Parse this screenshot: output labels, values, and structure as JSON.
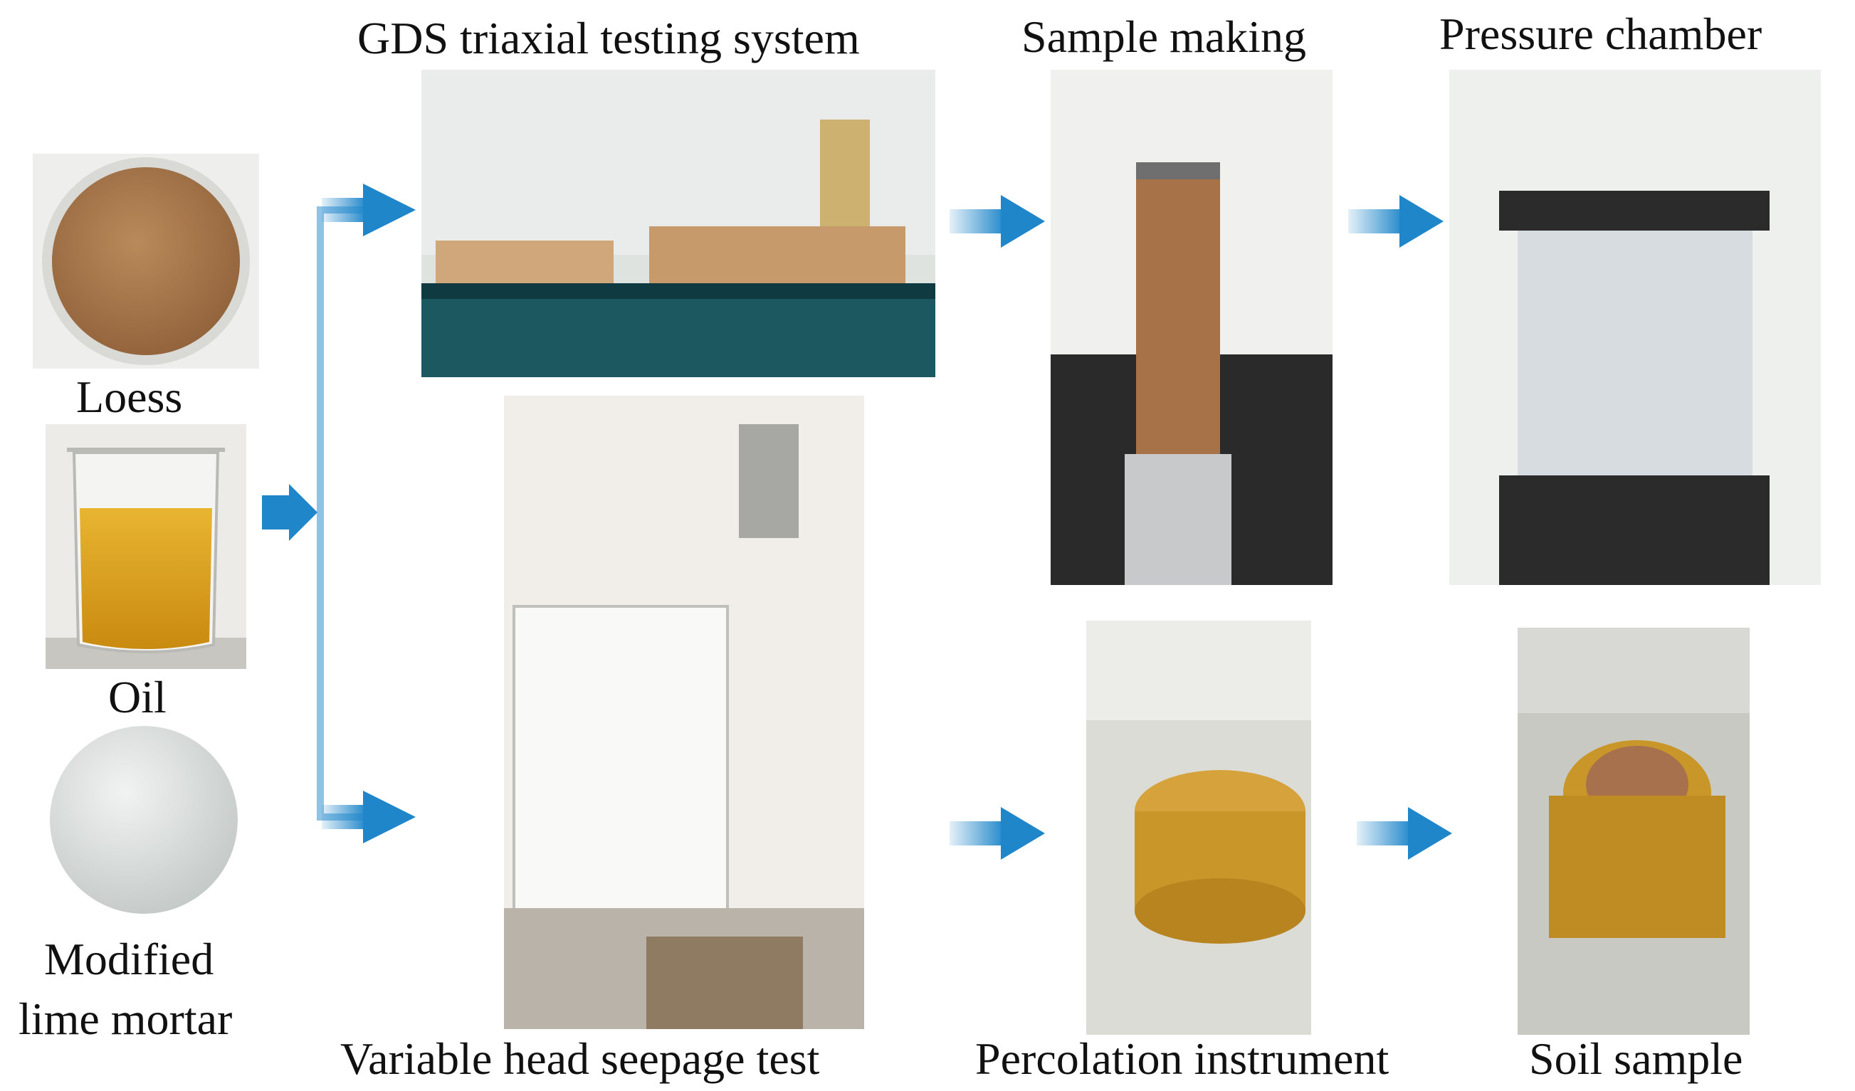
{
  "labels": {
    "gds": "GDS triaxial testing system",
    "sample_making": "Sample making",
    "pressure_chamber": "Pressure chamber",
    "loess": "Loess",
    "oil": "Oil",
    "mortar_line1": "Modified",
    "mortar_line2": "lime mortar",
    "seepage": "Variable head seepage test",
    "percolation": "Percolation instrument",
    "soil_sample": "Soil sample"
  },
  "colors": {
    "arrow": "#1f86c9",
    "connector": "#8ec3e6",
    "loess": "#a9784a",
    "oil": "#d9a21a",
    "brass": "#c9962a"
  }
}
